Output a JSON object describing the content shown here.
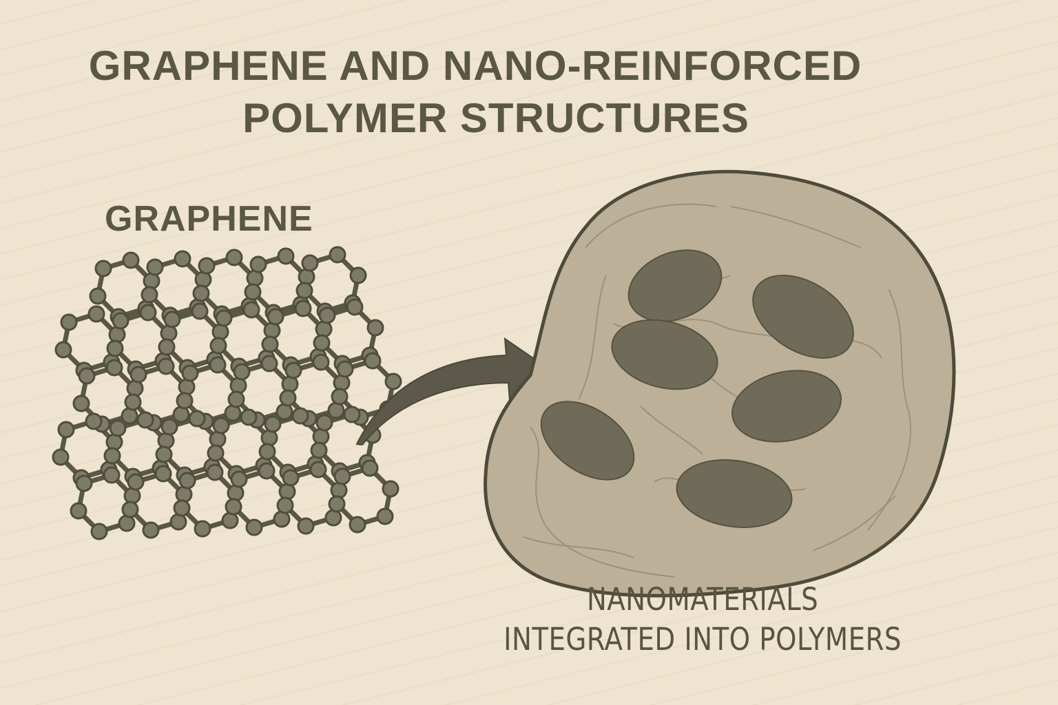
{
  "title": {
    "line1": "GRAPHENE AND NANO-REINFORCED",
    "line2": "POLYMER STRUCTURES"
  },
  "labels": {
    "graphene": "GRAPHENE",
    "caption_line1": "NANOMATERIALS",
    "caption_line2": "INTEGRATED INTO POLYMERS"
  },
  "colors": {
    "background": "#efe4cf",
    "ink": "#5a5744",
    "atom_fill": "#7d7a66",
    "atom_stroke": "#4f4d3d",
    "bond": "#5a5744",
    "polymer_fill": "#b9ad94",
    "polymer_stroke": "#4e4b3c",
    "particle_fill": "#6f6b58",
    "texture": "#8f8570"
  },
  "diagram": {
    "left_item": "graphene-lattice",
    "arrow": "curved-arrow-right",
    "right_item": "polymer-blob-with-nanoparticles",
    "nanoparticle_count": 6
  }
}
